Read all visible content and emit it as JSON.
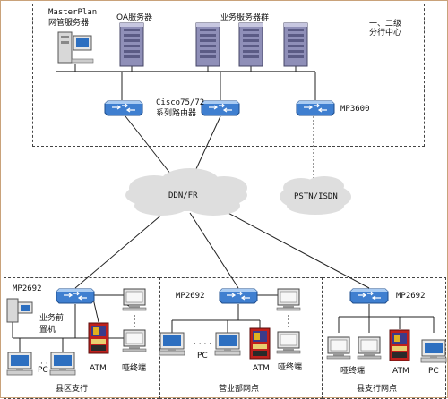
{
  "hq": {
    "region_label": "一、二级\n分行中心",
    "nms_label_1": "MasterPlan",
    "nms_label_2": "网管服务器",
    "oa_label": "OA服务器",
    "biz_cluster_label": "业务服务器群",
    "router_label_1": "Cisco75/72",
    "router_label_2": "系列路由器",
    "mp3600_label": "MP3600"
  },
  "wan": {
    "ddn_label": "DDN/FR",
    "pstn_label": "PSTN/ISDN"
  },
  "branch_county": {
    "router_label": "MP2692",
    "frontend_label_1": "业务前",
    "frontend_label_2": "置机",
    "pc_label": "PC",
    "atm_label": "ATM",
    "terminal_label": "哑终端",
    "caption": "县区支行"
  },
  "branch_business": {
    "router_label": "MP2692",
    "pc_label": "PC",
    "atm_label": "ATM",
    "terminal_label": "哑终端",
    "caption": "营业部网点"
  },
  "branch_outlet": {
    "router_label": "MP2692",
    "terminal_label": "哑终端",
    "atm_label": "ATM",
    "pc_label": "PC",
    "caption": "县支行网点"
  },
  "colors": {
    "router_blue": "#3f7fd0",
    "cloud": "#dedede",
    "server_body": "#8f8fb8",
    "atm_red": "#c0201c"
  }
}
